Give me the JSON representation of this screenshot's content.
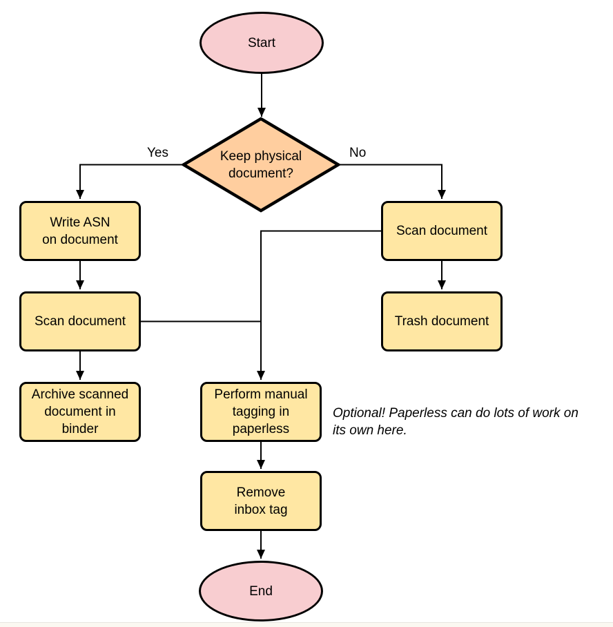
{
  "colors": {
    "background": "#ffffff",
    "terminal_fill": "#f8cdd0",
    "decision_fill": "#ffce9f",
    "process_fill": "#ffe7a3",
    "stroke": "#000000",
    "text": "#000000"
  },
  "nodes": {
    "start": {
      "label": "Start"
    },
    "decision": {
      "label": "Keep physical\ndocument?"
    },
    "write_asn": {
      "label": "Write ASN\non document"
    },
    "scan_left": {
      "label": "Scan document"
    },
    "archive": {
      "label": "Archive scanned\ndocument in\nbinder"
    },
    "scan_right": {
      "label": "Scan document"
    },
    "trash": {
      "label": "Trash document"
    },
    "tagging": {
      "label": "Perform manual\ntagging in\npaperless"
    },
    "remove_inbox": {
      "label": "Remove\ninbox tag"
    },
    "end": {
      "label": "End"
    }
  },
  "edge_labels": {
    "yes": "Yes",
    "no": "No"
  },
  "annotation": {
    "text": "Optional! Paperless can do lots of work on\nits own here."
  }
}
